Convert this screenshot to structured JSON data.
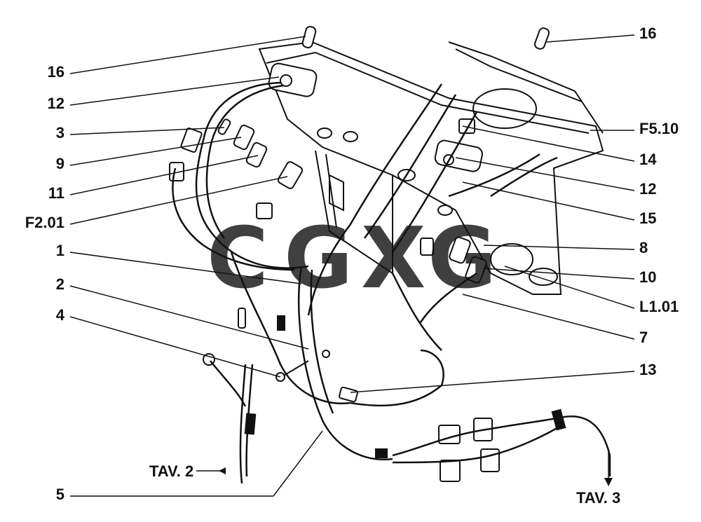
{
  "labels_left": [
    "16",
    "12",
    "3",
    "9",
    "11",
    "F2.01",
    "1",
    "2",
    "4",
    "5"
  ],
  "labels_right": [
    "16",
    "F5.10",
    "14",
    "12",
    "15",
    "8",
    "10",
    "L1.01",
    "7",
    "13"
  ],
  "references": {
    "left": "TAV. 2",
    "right": "TAV. 3"
  },
  "watermark": {
    "letters": [
      "C",
      "G",
      "X",
      "G"
    ],
    "colors": [
      "#4a8ef0",
      "#e8534a",
      "#f2c94c",
      "#34a15a"
    ]
  }
}
